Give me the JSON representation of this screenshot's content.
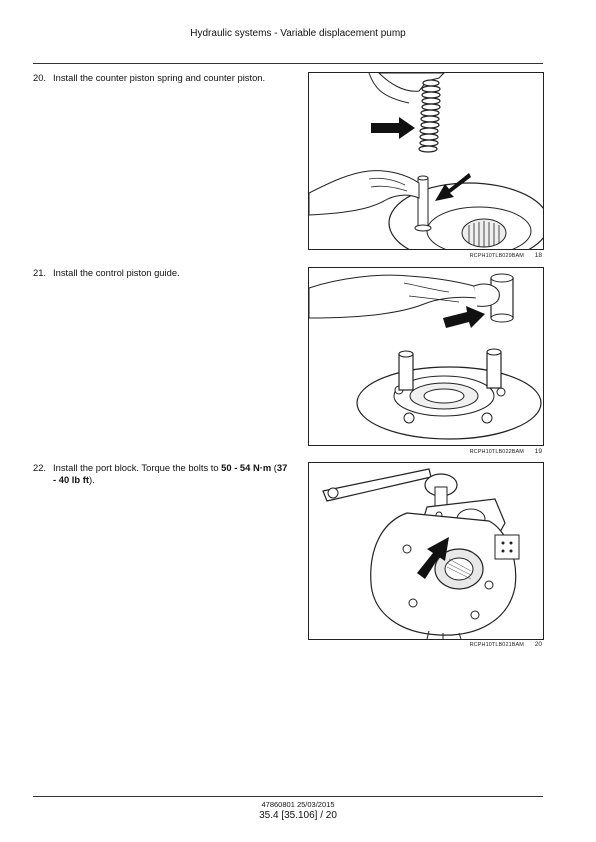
{
  "header": {
    "title": "Hydraulic systems - Variable displacement pump"
  },
  "steps": [
    {
      "number": "20.",
      "text": "Install the counter piston spring and counter piston.",
      "figure": {
        "code": "RCPH10TLB029BAM",
        "number": "18",
        "icon": "counter-piston-spring-illustration"
      }
    },
    {
      "number": "21.",
      "text": "Install the control piston guide.",
      "figure": {
        "code": "RCPH10TLB022BAM",
        "number": "19",
        "icon": "control-piston-guide-illustration"
      }
    },
    {
      "number": "22.",
      "text_before": "Install the port block. Torque the bolts to ",
      "torque_nm": "50 - 54 N·m",
      "text_middle": " (",
      "torque_lbft": "37 - 40 lb ft",
      "text_after": ").",
      "figure": {
        "code": "RCPH10TLB021BAM",
        "number": "20",
        "icon": "port-block-wrench-illustration"
      }
    }
  ],
  "footer": {
    "doc_ref": "47860801 25/03/2015",
    "page_ref": "35.4 [35.106] / 20"
  }
}
